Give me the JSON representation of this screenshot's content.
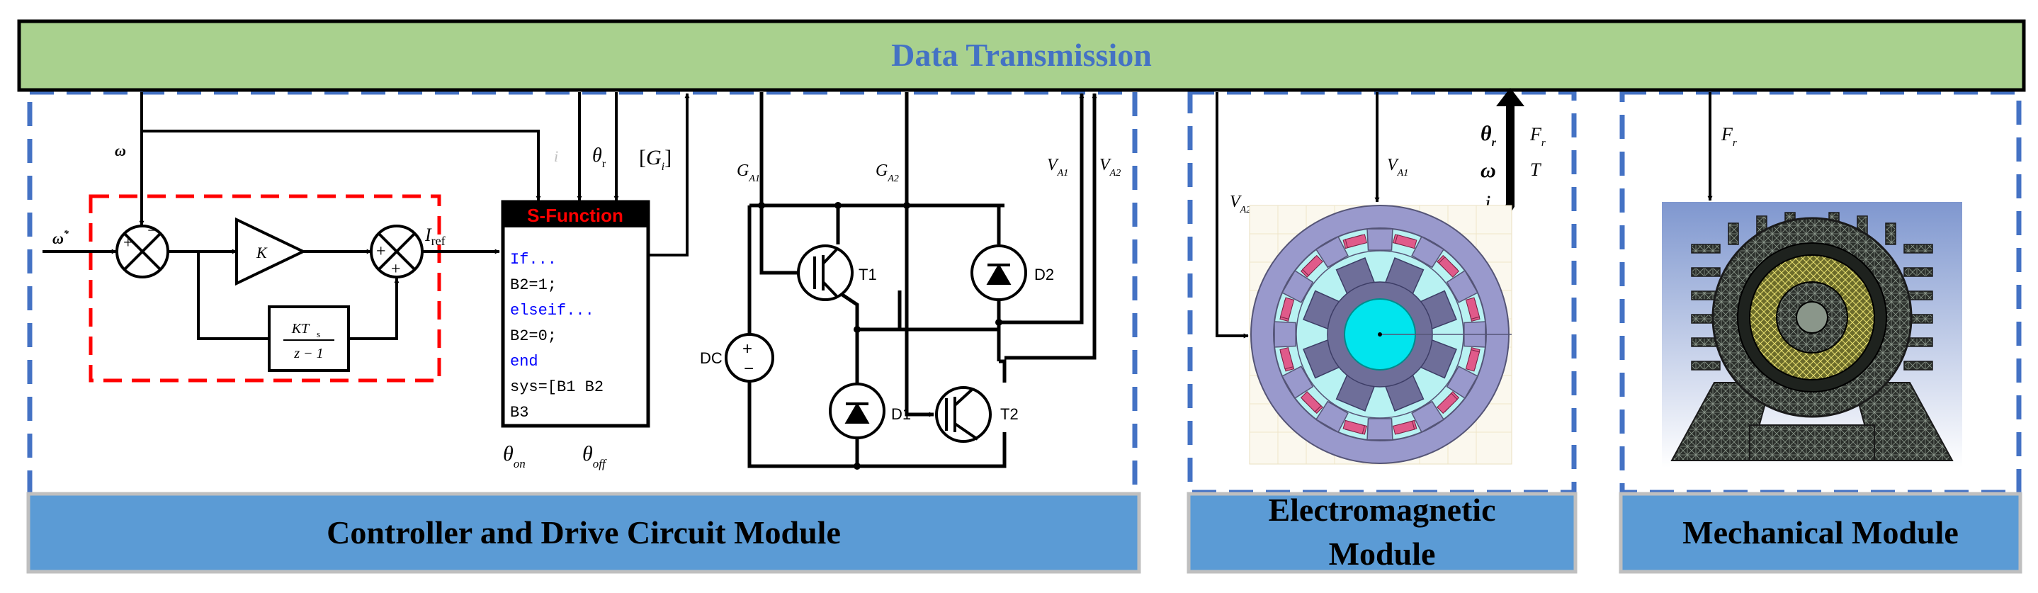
{
  "header": {
    "title": "Data Transmission"
  },
  "modules": {
    "controller": "Controller and Drive Circuit Module",
    "electromagnetic_line1": "Electromagnetic",
    "electromagnetic_line2": "Module",
    "mechanical": "Mechanical Module"
  },
  "controller": {
    "omega": "ω",
    "omega_ref": "ω",
    "omega_ref_sup": "*",
    "gain_k": "K",
    "integrator_num": "KT",
    "integrator_num_sub": "s",
    "integrator_den": "z − 1",
    "i_ref": "I",
    "i_ref_sub": "ref",
    "i_label": "i",
    "theta_r": "θ",
    "theta_r_sub": "r",
    "g_i": "G",
    "g_i_sub": "i",
    "theta_on": "θ",
    "theta_on_sub": "on",
    "theta_off": "θ",
    "theta_off_sub": "off",
    "plus": "+",
    "minus": "−"
  },
  "sfunction": {
    "title": "S-Function",
    "code": [
      {
        "text": "If...",
        "kw": true
      },
      {
        "text": "B2=1;",
        "kw": false
      },
      {
        "text": "elseif...",
        "kw": true
      },
      {
        "text": "B2=0;",
        "kw": false
      },
      {
        "text": "end",
        "kw": true
      },
      {
        "text": "sys=[B1 B2",
        "kw": false
      },
      {
        "text": "B3",
        "kw": false
      }
    ]
  },
  "circuit": {
    "ga1": "G",
    "ga1_sub": "A1",
    "ga2": "G",
    "ga2_sub": "A2",
    "va1": "V",
    "va1_sub": "A1",
    "va2": "V",
    "va2_sub": "A2",
    "t1": "T1",
    "t2": "T2",
    "d1": "D1",
    "d2": "D2",
    "dc": "DC"
  },
  "electromagnetic": {
    "va1": "V",
    "va1_sub": "A1",
    "va2": "V",
    "va2_sub": "A2",
    "theta_r": "θ",
    "theta_r_sub": "r",
    "omega": "ω",
    "i": "i",
    "fr": "F",
    "fr_sub": "r",
    "t": "T"
  },
  "mechanical": {
    "fr": "F",
    "fr_sub": "r"
  },
  "colors": {
    "header_fill": "#a9d18e",
    "header_text": "#4472c4",
    "module_fill": "#5b9bd5",
    "dash_blue": "#4472c4",
    "dash_red": "#ff0000",
    "sfunction_red": "#ff0000",
    "code_keyword": "#0000ff",
    "stator": "#9999cc",
    "rotor": "#b3f0f0",
    "shaft": "#00e5ee",
    "coil": "#e05a8a"
  }
}
